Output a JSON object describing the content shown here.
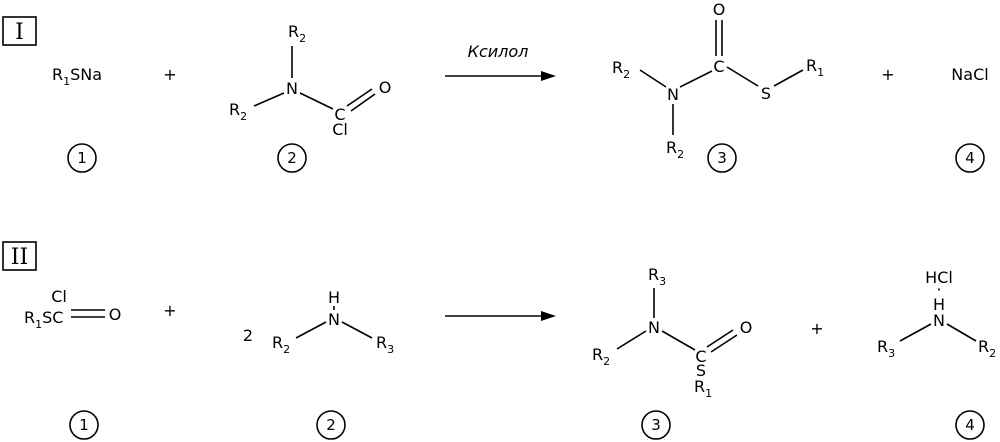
{
  "reactions": [
    {
      "roman": "I",
      "arrow_label": "Ксилол",
      "plus": "+",
      "reactant1": {
        "r": "R",
        "rsub": "1",
        "rest": "SNa",
        "num": "1"
      },
      "reactant2": {
        "r2a": "R",
        "r2a_sub": "2",
        "r2b": "R",
        "r2b_sub": "2",
        "n": "N",
        "c": "C",
        "o": "O",
        "cl": "Cl",
        "num": "2"
      },
      "product1": {
        "r2a": "R",
        "r2a_sub": "2",
        "r2b": "R",
        "r2b_sub": "2",
        "n": "N",
        "c": "C",
        "o": "O",
        "s": "S",
        "r1": "R",
        "r1_sub": "1",
        "num": "3"
      },
      "product2": {
        "formula": "NaCl",
        "num": "4"
      }
    },
    {
      "roman": "II",
      "plus": "+",
      "coef": "2",
      "reactant1": {
        "cl": "Cl",
        "r": "R",
        "rsub": "1",
        "sc": "SC",
        "o": "O",
        "num": "1"
      },
      "reactant2": {
        "h": "H",
        "n": "N",
        "r2": "R",
        "r2_sub": "2",
        "r3": "R",
        "r3_sub": "3",
        "num": "2"
      },
      "product1": {
        "r3": "R",
        "r3_sub": "3",
        "n": "N",
        "r2": "R",
        "r2_sub": "2",
        "c": "C",
        "o": "O",
        "s": "S",
        "r1": "R",
        "r1_sub": "1",
        "num": "3"
      },
      "product2": {
        "hcl": "HCl",
        "dot": "·",
        "h": "H",
        "n": "N",
        "r3": "R",
        "r3_sub": "3",
        "r2": "R",
        "r2_sub": "2",
        "num": "4"
      }
    }
  ]
}
